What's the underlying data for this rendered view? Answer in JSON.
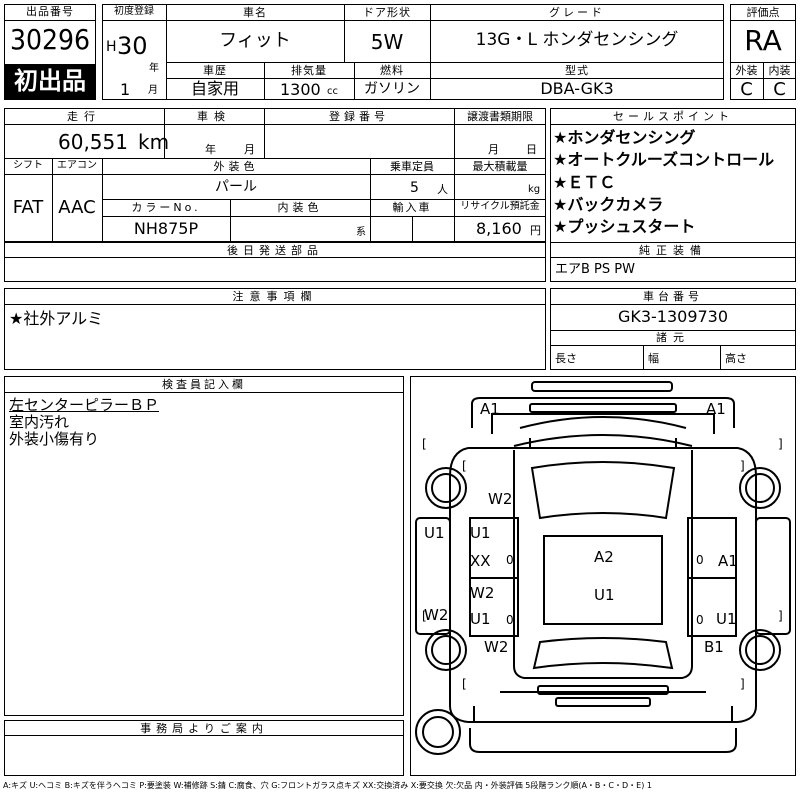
{
  "lot": {
    "label": "出品番号",
    "number": "30296",
    "first_listing_badge": "初出品"
  },
  "registration": {
    "label": "初度登録",
    "era": "H",
    "year": "30",
    "year_unit": "年",
    "month": "1",
    "month_unit": "月"
  },
  "vehicle": {
    "name_label": "車名",
    "name": "フィット",
    "door_label": "ドア形状",
    "door": "5W",
    "grade_label": "グレード",
    "grade": "13G・L ホンダセンシング",
    "history_label": "車歴",
    "history": "自家用",
    "displacement_label": "排気量",
    "displacement": "1300",
    "displacement_unit": "cc",
    "fuel_label": "燃料",
    "fuel": "ガソリン",
    "model_label": "型式",
    "model": "DBA-GK3"
  },
  "evaluation": {
    "label": "評価点",
    "score": "RA",
    "exterior_label": "外装",
    "exterior": "C",
    "interior_label": "内装",
    "interior": "C"
  },
  "mileage": {
    "label": "走行",
    "value": "60,551",
    "unit": "km"
  },
  "inspection": {
    "label": "車検",
    "year_unit": "年",
    "month_unit": "月"
  },
  "plate": {
    "label": "登録番号"
  },
  "transfer_deadline": {
    "label": "譲渡書類期限",
    "month_unit": "月",
    "day_unit": "日"
  },
  "shift": {
    "label": "シフト",
    "value": "FAT"
  },
  "aircon": {
    "label": "エアコン",
    "value": "AAC"
  },
  "exterior_color": {
    "label": "外装色",
    "value": "パール"
  },
  "capacity": {
    "label": "乗車定員",
    "value": "5",
    "unit": "人"
  },
  "max_load": {
    "label": "最大積載量",
    "unit": "kg"
  },
  "color_no": {
    "label": "カラーNo.",
    "value": "NH875P"
  },
  "interior_color": {
    "label": "内装色",
    "unit": "系"
  },
  "import": {
    "label": "輸入車"
  },
  "recycle": {
    "label": "リサイクル預託金",
    "value": "8,160",
    "unit": "円"
  },
  "later_parts": {
    "label": "後日発送部品"
  },
  "sales_points": {
    "label": "セールスポイント",
    "items": [
      "★ホンダセンシング",
      "★オートクルーズコントロール",
      "★ＥＴＣ",
      "★バックカメラ",
      "★プッシュスタート"
    ]
  },
  "equipment": {
    "label": "純正装備",
    "value": "エアB PS PW"
  },
  "notes": {
    "label": "注意事項欄",
    "value": "★社外アルミ"
  },
  "chassis": {
    "label": "車台番号",
    "value": "GK3-1309730"
  },
  "dimensions": {
    "label": "諸元",
    "length": "長さ",
    "width": "幅",
    "height": "高さ"
  },
  "inspector": {
    "label": "検査員記入欄",
    "lines": [
      "左センターピラーＢＰ",
      "室内汚れ",
      "外装小傷有り"
    ]
  },
  "office": {
    "label": "事務局よりご案内"
  },
  "diagram": {
    "marks": {
      "front_left": "A1",
      "front_right": "A1",
      "front_left_fender": "W2",
      "left_front_side": "U1",
      "left_front_door_1": "U1",
      "left_front_door_2": "XX",
      "roof": "A2",
      "roof_rear": "U1",
      "right_front_door": "A1",
      "left_rear_side": "W2",
      "left_rear_door_1": "W2",
      "left_rear_door_2": "U1",
      "right_rear_door": "U1",
      "left_rear_fender": "W2",
      "right_rear_fender": "B1"
    }
  },
  "legend": "A:キズ U:ヘコミ B:キズを伴うヘコミ P:要塗装 W:補修跡 S:錆 C:腐食、穴 G:フロントガラス点キズ XX:交換済み X:要交換 欠:欠品 内・外装評価 5段階ランク順(A・B・C・D・E) 1"
}
